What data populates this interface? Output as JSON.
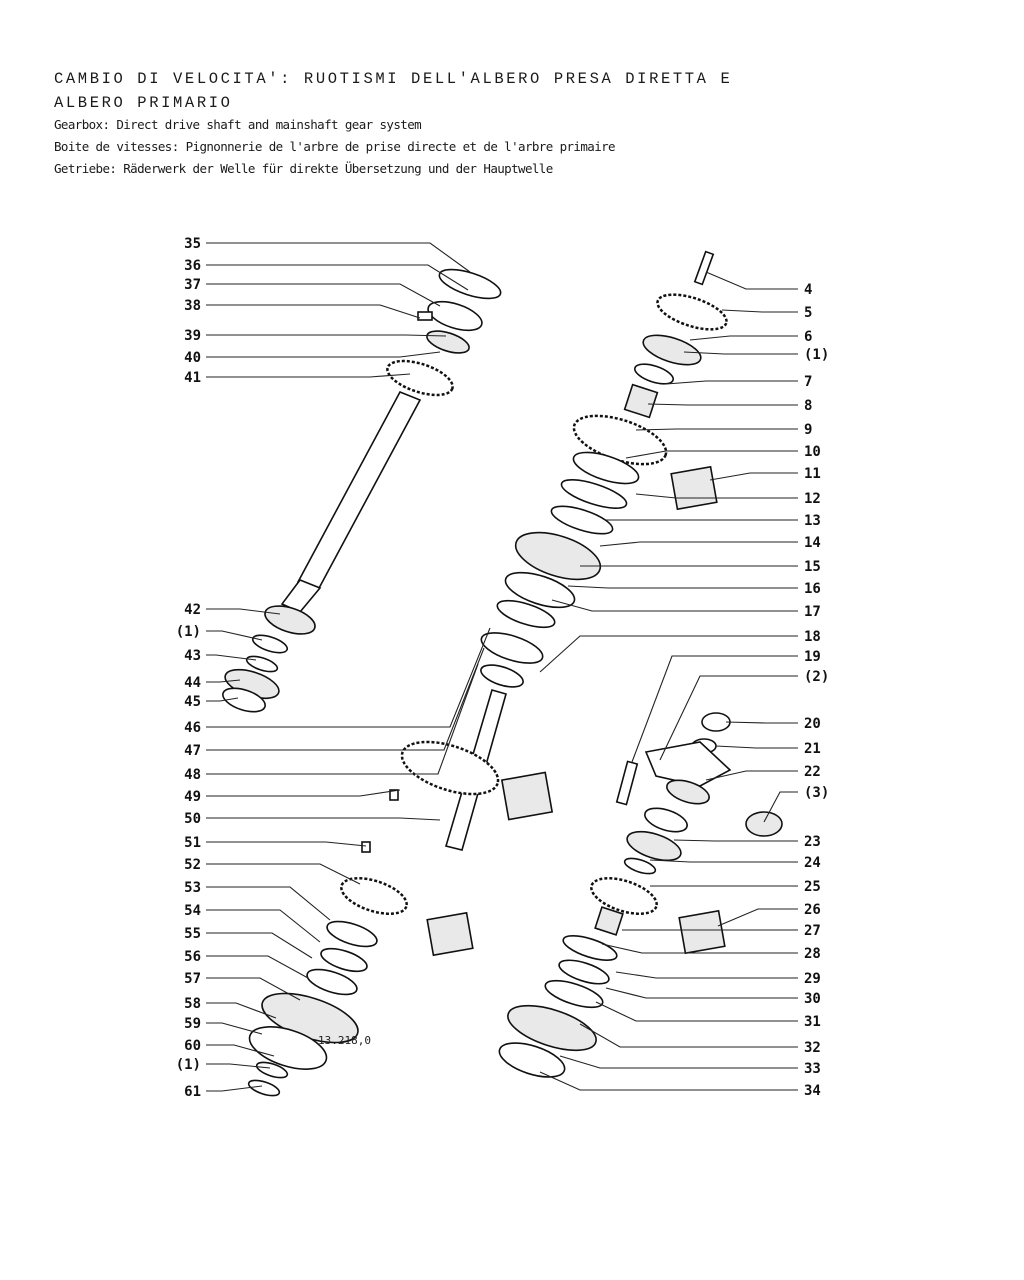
{
  "header": {
    "title_it_line1": "CAMBIO DI VELOCITA': RUOTISMI DELL'ALBERO PRESA DIRETTA E",
    "title_it_line2": "ALBERO PRIMARIO",
    "title_en": "Gearbox: Direct drive shaft and mainshaft gear system",
    "title_fr": "Boite de vitesses: Pignonnerie de l'arbre de prise directe et de l'arbre primaire",
    "title_de": "Getriebe: Räderwerk der Welle für direkte Übersetzung und der Hauptwelle"
  },
  "part_number": "13.218,0",
  "left_labels": [
    "35",
    "36",
    "37",
    "38",
    "39",
    "40",
    "41",
    "42",
    "(1)",
    "43",
    "44",
    "45",
    "46",
    "47",
    "48",
    "49",
    "50",
    "51",
    "52",
    "53",
    "54",
    "55",
    "56",
    "57",
    "58",
    "59",
    "60",
    "(1)",
    "61"
  ],
  "right_labels": [
    "4",
    "5",
    "6",
    "(1)",
    "7",
    "8",
    "9",
    "10",
    "11",
    "12",
    "13",
    "14",
    "15",
    "16",
    "17",
    "18",
    "19",
    "(2)",
    "20",
    "21",
    "22",
    "(3)",
    "23",
    "24",
    "25",
    "26",
    "27",
    "28",
    "29",
    "30",
    "31",
    "32",
    "33",
    "34"
  ]
}
